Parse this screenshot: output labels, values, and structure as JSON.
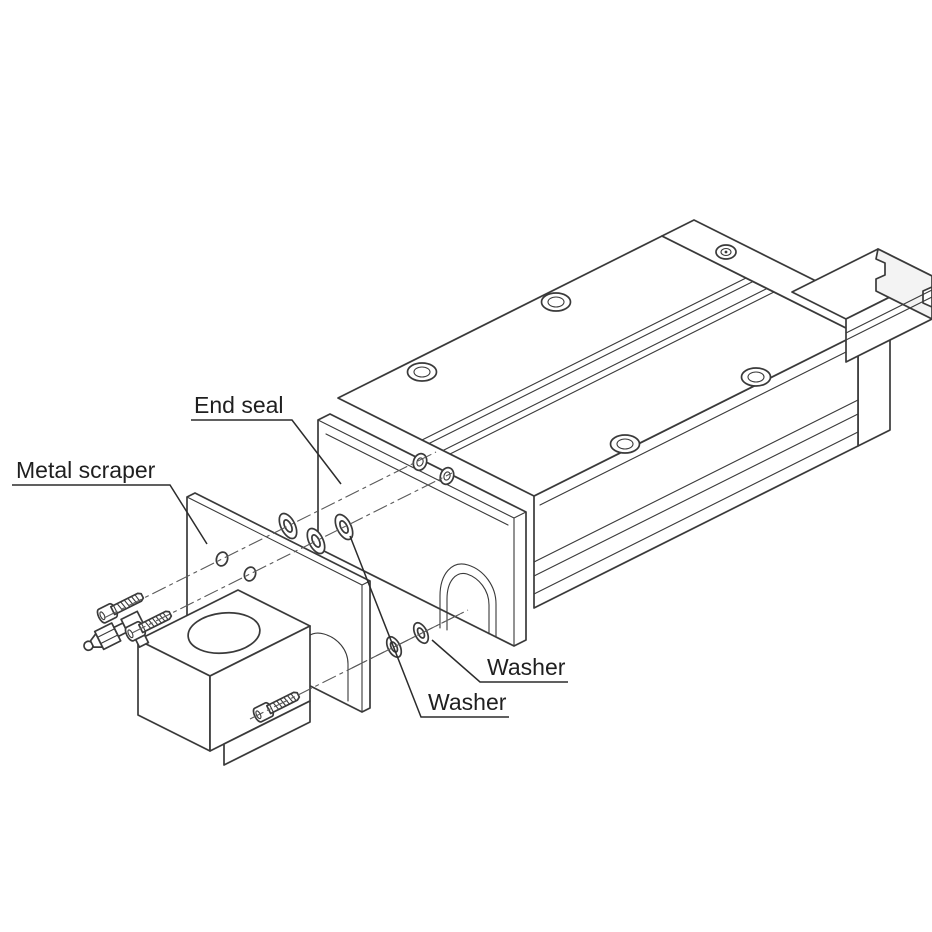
{
  "labels": {
    "end_seal": "End seal",
    "metal_scraper": "Metal scraper",
    "washer_right": "Washer",
    "washer_lower": "Washer"
  },
  "colors": {
    "line": "#3a3a3a",
    "label_text": "#1f1f1f",
    "background": "#ffffff"
  }
}
